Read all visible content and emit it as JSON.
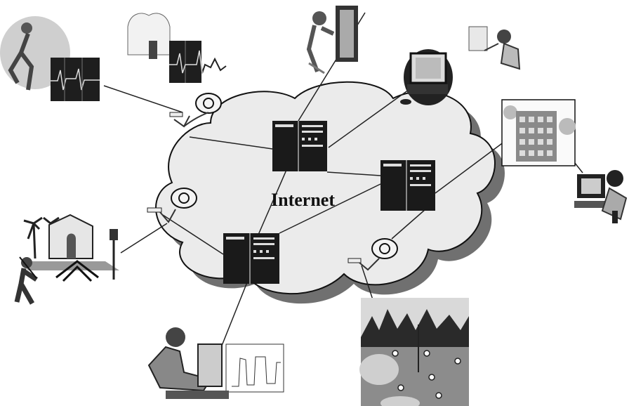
{
  "diagram": {
    "center_label": "Internet",
    "colors": {
      "cloud_fill": "#ebebeb",
      "cloud_shadow": "#707070",
      "outline": "#111111",
      "server_dark": "#1a1a1a",
      "line": "#222222"
    },
    "nodes": [
      {
        "id": "patient-ecg",
        "icon": "running-patient-with-ecg-icon"
      },
      {
        "id": "heart-monitor",
        "icon": "heart-monitor-ecg-icon"
      },
      {
        "id": "lab-worker",
        "icon": "lab-technician-icon"
      },
      {
        "id": "desktop-computer",
        "icon": "desktop-computer-icon"
      },
      {
        "id": "presenter",
        "icon": "presenter-at-board-icon"
      },
      {
        "id": "hospital",
        "icon": "hospital-building-icon"
      },
      {
        "id": "operator",
        "icon": "woman-at-computer-icon"
      },
      {
        "id": "villa",
        "icon": "villa-with-palms-icon"
      },
      {
        "id": "soldier",
        "icon": "walking-soldier-icon"
      },
      {
        "id": "analyst",
        "icon": "man-at-computer-with-plot-icon"
      },
      {
        "id": "field-sensors",
        "icon": "field-with-sensors-photo-icon"
      }
    ],
    "servers": [
      "server-top",
      "server-right",
      "server-bottom-left"
    ],
    "wireless_nodes": [
      "wireless-node-top",
      "wireless-node-left",
      "wireless-node-bottom-right"
    ]
  }
}
